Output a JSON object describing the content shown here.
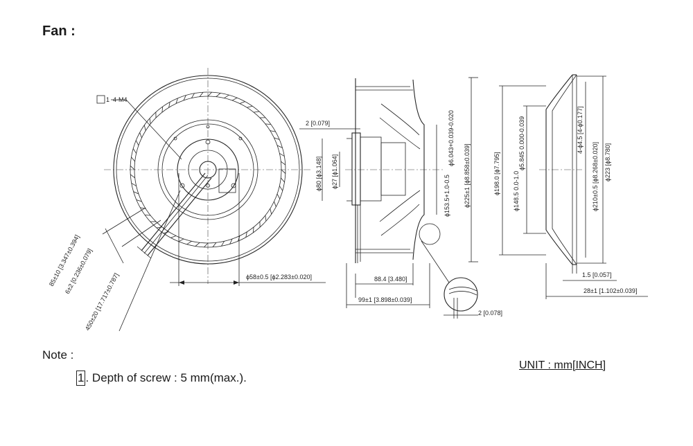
{
  "title": "Fan :",
  "note": {
    "heading": "Note :",
    "items": [
      {
        "number": "1",
        "text": ". Depth of screw : 5 mm(max.)."
      }
    ]
  },
  "unit": "UNIT : mm[INCH]",
  "front_view": {
    "screw_callout_number": "1",
    "screw_callout_text": "4-M4",
    "dims": {
      "lead1": "85±10 [3.347±0.394]",
      "lead2": "6±2 [0.236±0.079]",
      "lead3": "450±20 [17.717±0.787]",
      "hub": "ϕ58±0.5 [ϕ2.283±0.020]"
    }
  },
  "side_view": {
    "dims": {
      "flange": "2 [0.079]",
      "d80": "ϕ80 [ϕ3.148]",
      "d27": "ϕ27 [ϕ1.064]",
      "d153": "ϕ153.5+1.0-0.5",
      "d153_inch": "ϕ6.043+0.039-0.020",
      "d225": "ϕ225±1 [ϕ8.858±0.039]",
      "len884": "88.4 [3.480]",
      "len99": "99±1 [3.898±0.039]",
      "detail": "2 [0.078]"
    }
  },
  "right_view": {
    "dims": {
      "d198": "ϕ198.0 [ϕ7.795]",
      "d148": "ϕ148.5 0.0-1.0",
      "d148_inch": "ϕ5.845 0.000-0.039",
      "holes": "4-ϕ4.5 [4-ϕ0.177]",
      "d210": "ϕ210±0.5 [ϕ8.268±0.020]",
      "d223": "ϕ223 [ϕ8.780]",
      "t15": "1.5 [0.057]",
      "t28": "28±1 [1.102±0.039]"
    }
  }
}
